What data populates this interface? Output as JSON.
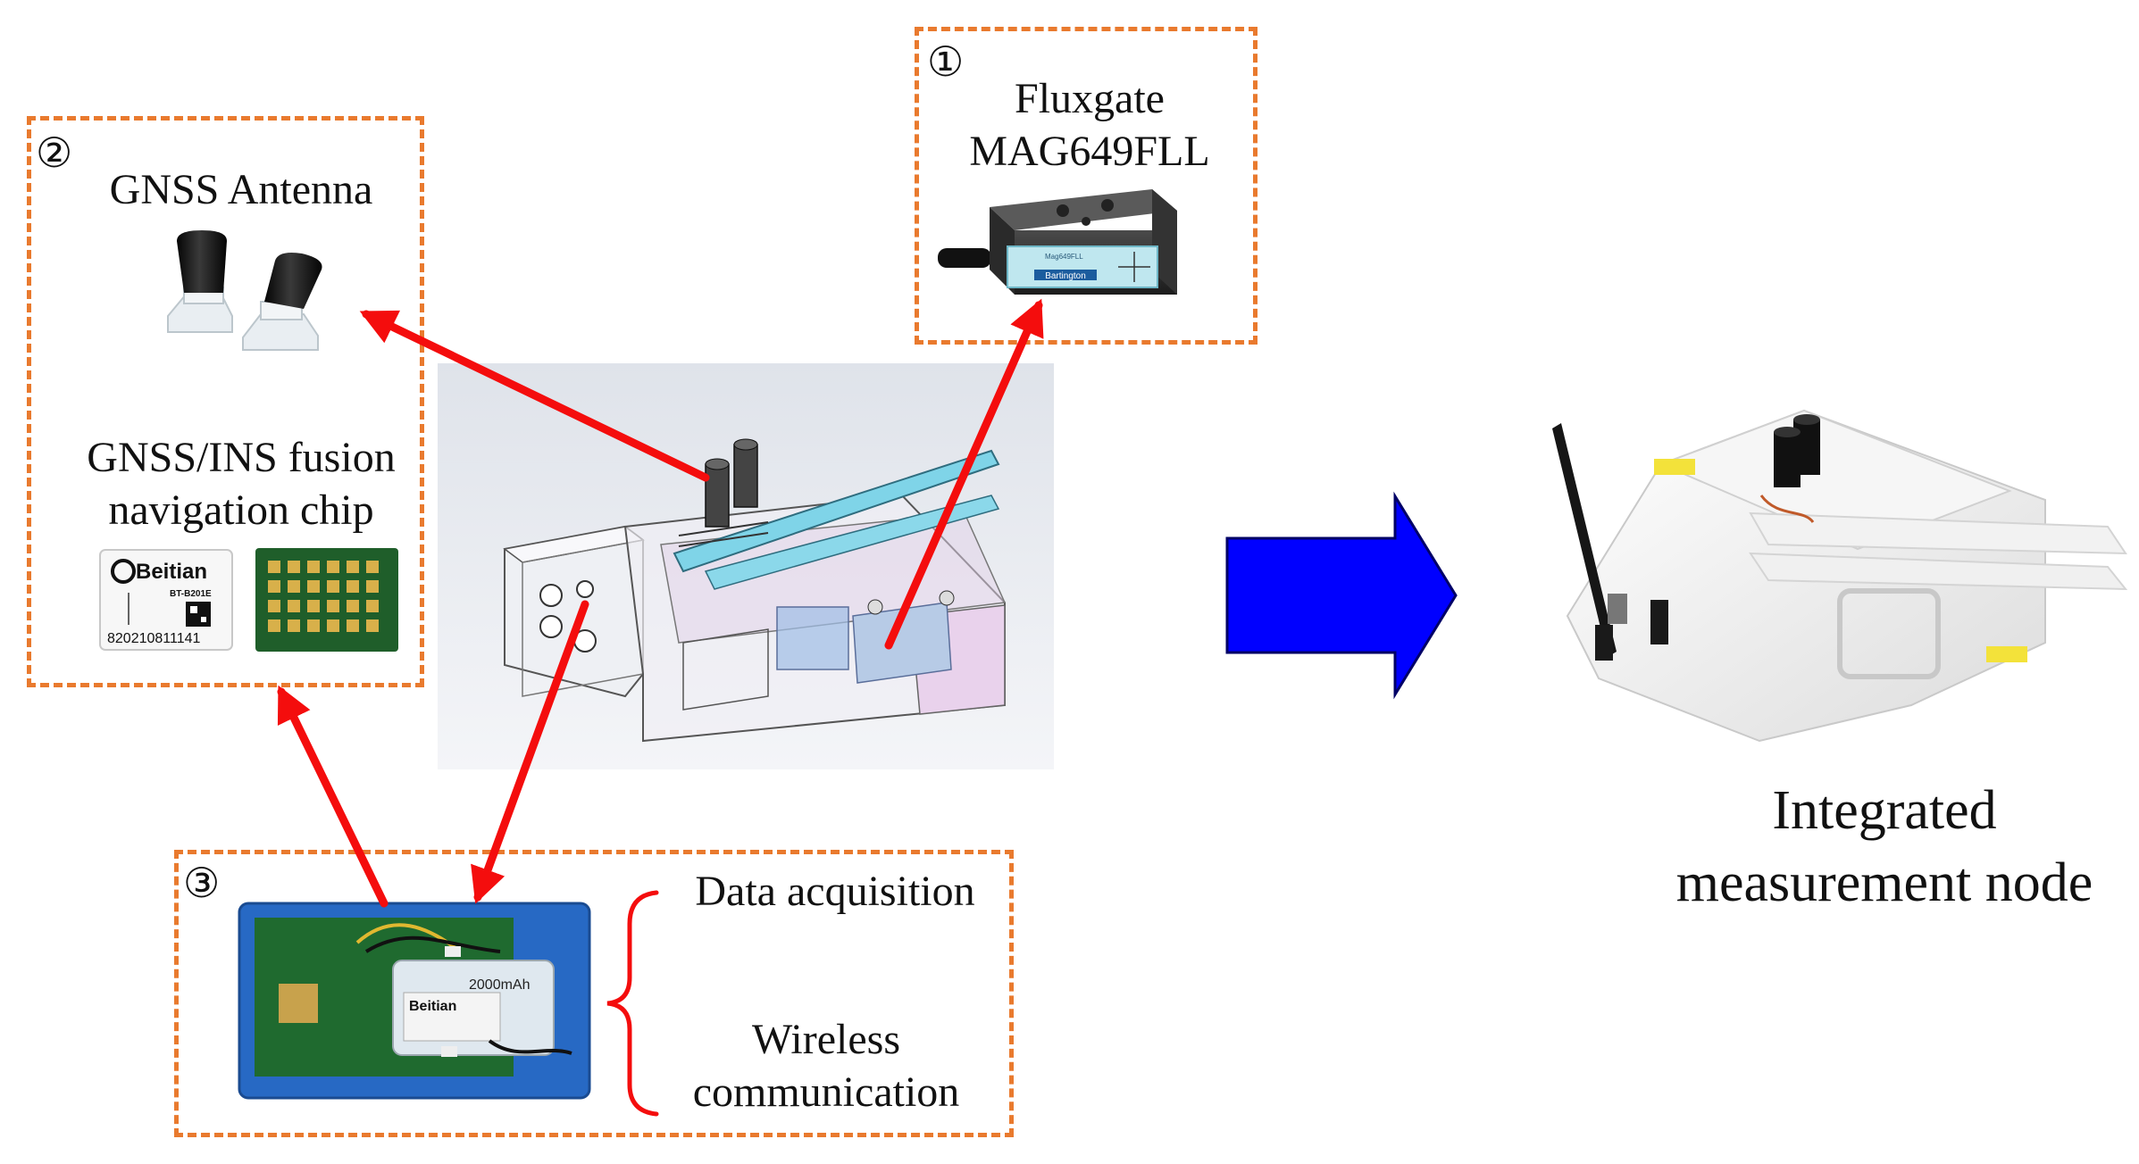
{
  "module1": {
    "number": "①",
    "title_line1": "Fluxgate",
    "title_line2": "MAG649FLL",
    "sensor_brand": "Bartington"
  },
  "module2": {
    "number": "②",
    "antenna_label": "GNSS Antenna",
    "chip_label_line1": "GNSS/INS fusion",
    "chip_label_line2": "navigation chip",
    "chip_brand": "Beitian",
    "chip_model": "BT-B201E",
    "chip_serial": "820210811141"
  },
  "module3": {
    "number": "③",
    "func_1": "Data acquisition",
    "func_2_line1": "Wireless",
    "func_2_line2": "communication",
    "battery_capacity": "2000mAh",
    "board_brand": "Beitian"
  },
  "result": {
    "label_line1": "Integrated",
    "label_line2": "measurement node"
  },
  "colors": {
    "dash_border": "#e97a2e",
    "connector_arrow": "#f40d0d",
    "flow_arrow": "#0000ff"
  }
}
